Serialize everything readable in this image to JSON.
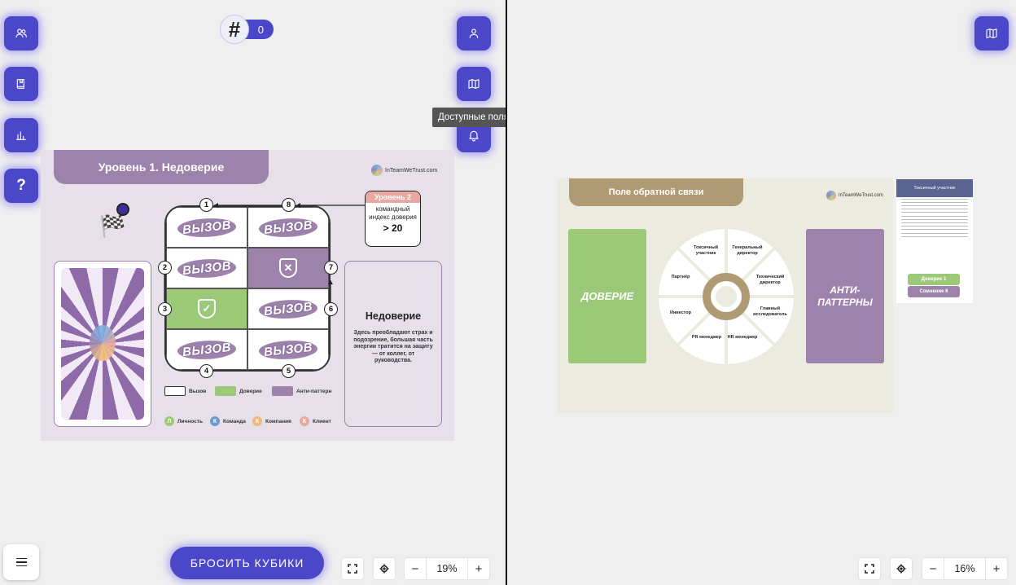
{
  "left_pane": {
    "hash_counter": {
      "symbol": "#",
      "value": "0"
    },
    "tooltip": "Доступные поля",
    "roll_button": "БРОСИТЬ КУБИКИ",
    "zoom": {
      "minus": "−",
      "value": "19%",
      "plus": "+"
    },
    "side_icons": [
      "users-icon",
      "book-icon",
      "bar-chart-icon",
      "help-icon"
    ],
    "help_label": "?",
    "right_icons": [
      "user-icon",
      "map-icon",
      "bell-icon"
    ]
  },
  "board1": {
    "title": "Уровень 1. Недоверие",
    "brand": "InTeamWeTrust.com",
    "challenge_label": "ВЫЗОВ",
    "path_numbers": [
      "1",
      "2",
      "3",
      "4",
      "5",
      "6",
      "7",
      "8"
    ],
    "level2": {
      "title": "Уровень 2",
      "text": "командный индекс доверия",
      "value": "> 20"
    },
    "distrust": {
      "title": "Недоверие",
      "text": "Здесь преобладают страх и подозрение, большая часть энергии тратится на защиту — от коллег, от руководства."
    },
    "legend": [
      {
        "label": "Вызов"
      },
      {
        "label": "Доверие"
      },
      {
        "label": "Анти-паттерн"
      }
    ],
    "roles": [
      {
        "letter": "Л",
        "label": "Личность",
        "color": "#9cc978"
      },
      {
        "letter": "К",
        "label": "Команда",
        "color": "#6a9bd0"
      },
      {
        "letter": "К",
        "label": "Компания",
        "color": "#f1b87a"
      },
      {
        "letter": "К",
        "label": "Клиент",
        "color": "#e6a8a0"
      }
    ]
  },
  "right_pane": {
    "zoom": {
      "minus": "−",
      "value": "16%",
      "plus": "+"
    },
    "map_icon": "map-icon"
  },
  "board2": {
    "title": "Поле обратной связи",
    "brand": "InTeamWeTrust.com",
    "trust_card": "ДОВЕРИЕ",
    "anti_card": "АНТИ-ПАТТЕРНЫ",
    "wheel": {
      "toxic": "Токсичный участник",
      "ceo": "Генеральный директор",
      "cto": "Технический директор",
      "researcher": "Главный исследователь",
      "hr": "HR менеджер",
      "pr": "PR менеджер",
      "investor": "Инвестор",
      "partner": "Партнёр"
    },
    "role_card": {
      "title": "Токсичный участник",
      "pill1": "Доверие 1",
      "pill2": "Сомнение 6"
    }
  },
  "colors": {
    "accent": "#4b47c9",
    "purple": "#9d83ab",
    "green": "#9cc978",
    "pink": "#e6a8a0",
    "sand": "#b09a74"
  }
}
